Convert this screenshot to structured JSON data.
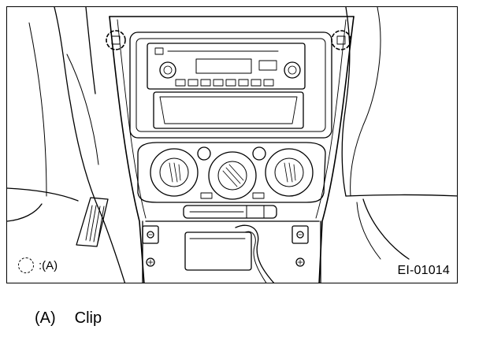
{
  "figure": {
    "legend": {
      "symbol_name": "dashed-circle",
      "label": ":(A)"
    },
    "figure_id": "EI-01014"
  },
  "caption": {
    "letter": "(A)",
    "text": "Clip"
  }
}
